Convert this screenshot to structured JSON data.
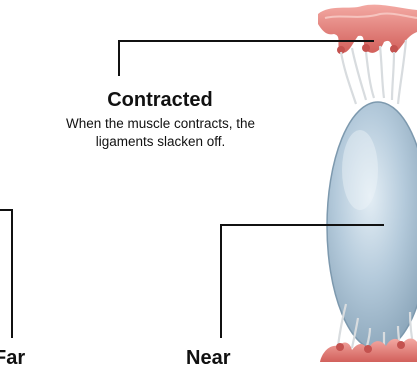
{
  "labels": {
    "contracted_title": "Contracted",
    "contracted_desc": "When the muscle contracts, the ligaments slacken off.",
    "near_title": "Near",
    "far_title": "Far"
  },
  "colors": {
    "muscle": "#e8847f",
    "muscle_dark": "#c4524f",
    "lens": "#a9c3d6",
    "lens_edge": "#7d99ae",
    "ligament": "#d8dcdf",
    "leader_line": "#111111"
  }
}
